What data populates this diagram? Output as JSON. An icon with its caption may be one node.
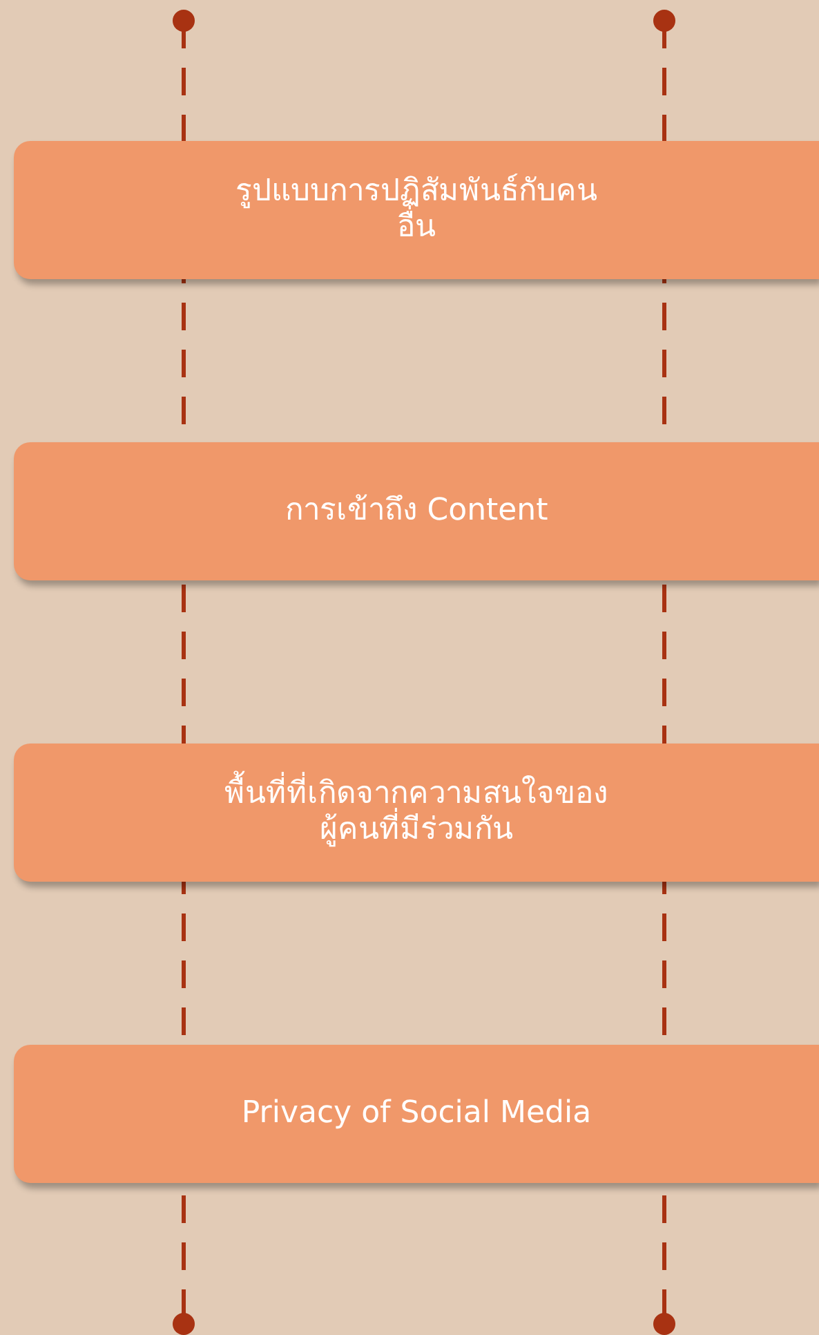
{
  "diagram": {
    "nodes": [
      {
        "text": [
          "รูปแบบการปฏิสัมพันธ์กับคนอื่น"
        ]
      },
      {
        "text": [
          "การเข้าถึง Content"
        ]
      },
      {
        "text": [
          "พื้นที่ที่เกิดจากความสนใจของผู้คนที่มีร่วมกัน"
        ]
      },
      {
        "text": [
          "Privacy of Social Media"
        ]
      }
    ]
  }
}
